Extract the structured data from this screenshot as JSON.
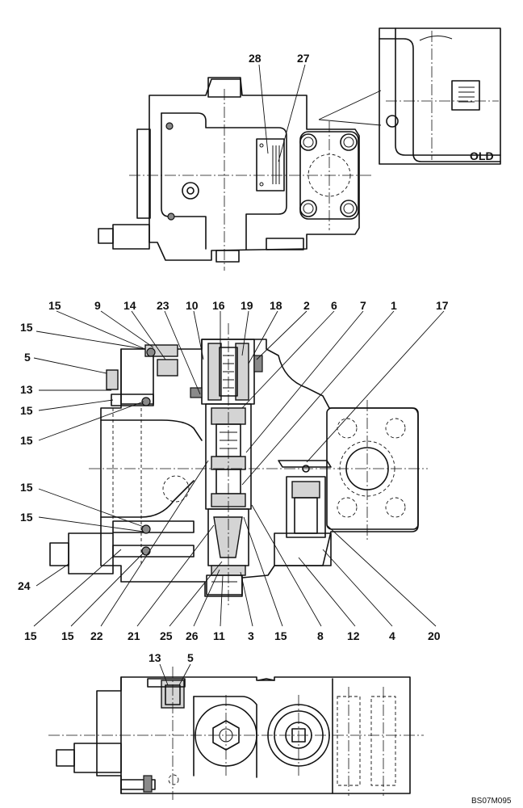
{
  "drawing_code": "BS07M095",
  "inset_label": "OLD",
  "top_view_callouts": [
    "28",
    "27"
  ],
  "section_callouts": [
    "15",
    "9",
    "14",
    "23",
    "10",
    "16",
    "19",
    "18",
    "2",
    "6",
    "7",
    "1",
    "17",
    "15",
    "5",
    "13",
    "15",
    "15",
    "15",
    "15",
    "24",
    "15",
    "15",
    "22",
    "21",
    "25",
    "26",
    "11",
    "3",
    "15",
    "8",
    "12",
    "4",
    "20"
  ],
  "bottom_view_callouts": [
    "13",
    "5"
  ]
}
